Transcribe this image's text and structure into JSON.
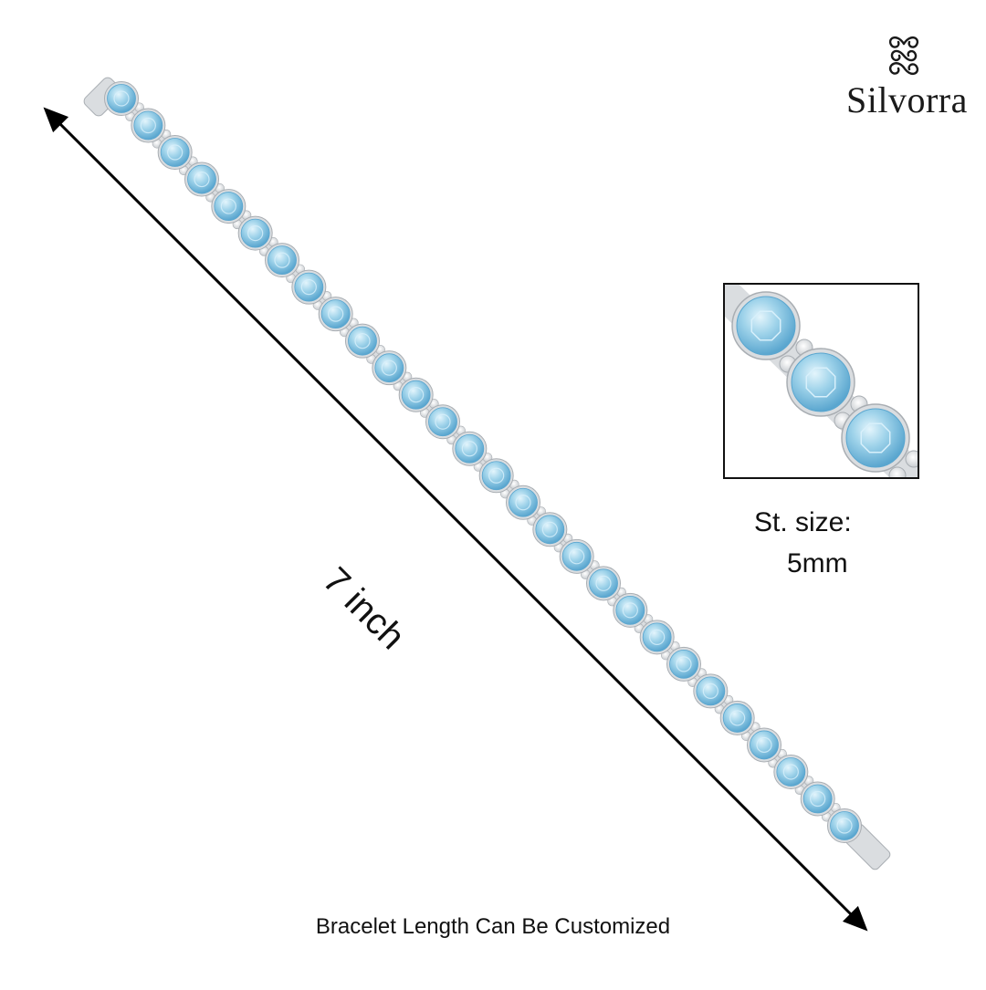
{
  "brand": {
    "name": "Silvorra",
    "logo_icon": "swirl-monogram-icon"
  },
  "measurement": {
    "length_label": "7 inch"
  },
  "stone_detail": {
    "title": "St. size:",
    "value": "5mm"
  },
  "caption": "Bracelet Length Can Be Customized",
  "product": {
    "stone_count": 28,
    "colors": {
      "stone": "#8fcbe6",
      "stone_highlight": "#d8f0fb",
      "stone_dark": "#5aa6cf",
      "metal": "#dadde0",
      "metal_dark": "#a9aeb3",
      "arrow": "#000000"
    }
  }
}
